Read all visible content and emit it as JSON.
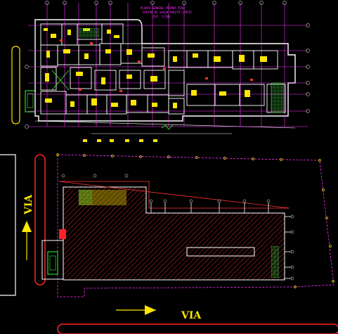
{
  "drawing": {
    "title_lines": [
      "PLANTA GENERAL PRIMER PISO",
      "CENTRO DE SALUD PUESTO LIMITE",
      "ESC: 1/100"
    ],
    "street_label_bottom": "VIA",
    "street_label_left": "VIA"
  },
  "colors": {
    "background": "#000000",
    "walls": "#ffffff",
    "grid_axes": "#ff33ff",
    "lot_outline": "#ff33ff",
    "hatch": "#ff3333",
    "furniture": "#ffe600",
    "columns_green": "#33cc33",
    "road_outline": "#ff2222",
    "arrows": "#ffe600"
  }
}
